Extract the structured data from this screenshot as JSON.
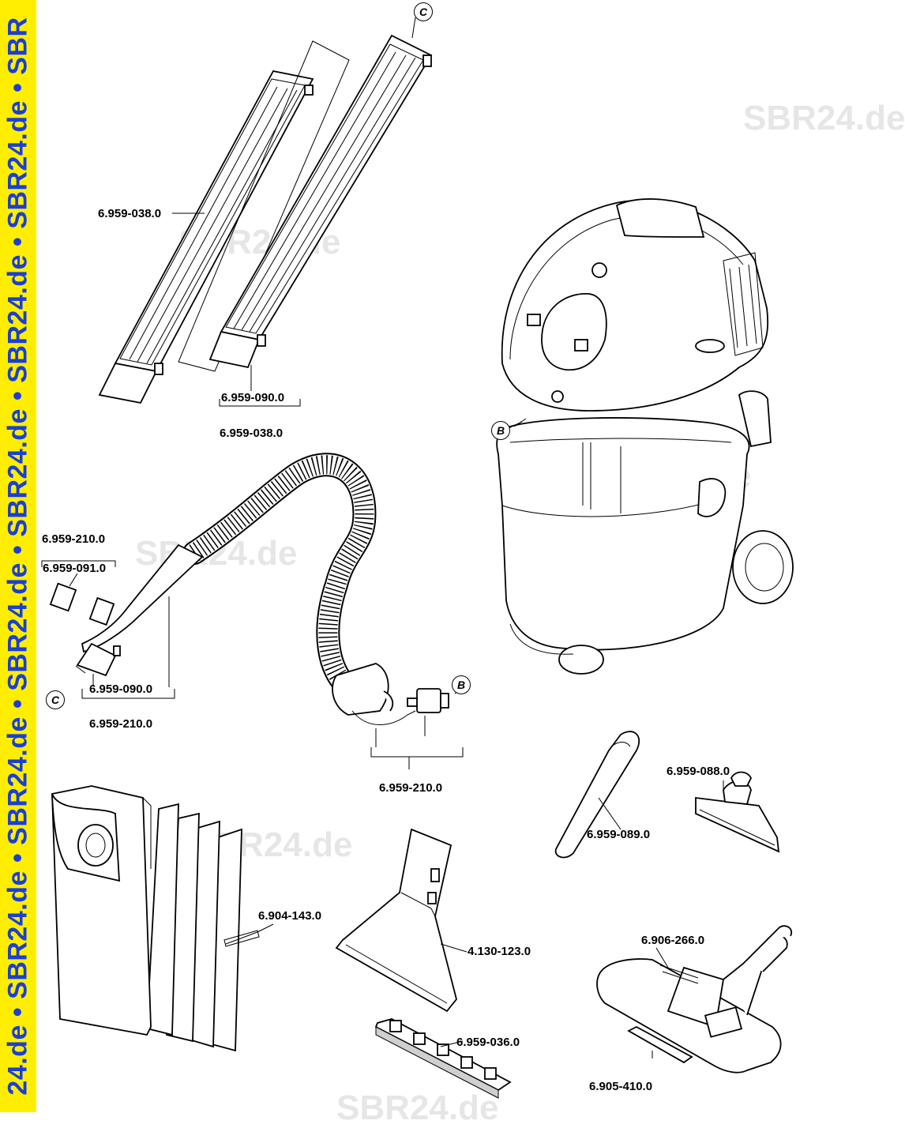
{
  "sidebar": {
    "text": "24.de • SBR24.de • SBR24.de • SBR24.de • SBR24.de • SBR24.de • SBR24.de • SBR"
  },
  "watermarks": [
    "SBR24.de",
    "SBR24.de",
    "SBR24.de",
    "SBR24.de",
    "SBR24.de",
    "SBR24.de"
  ],
  "callouts": {
    "b1": "B",
    "b2": "B",
    "c1": "C",
    "c2": "C"
  },
  "labels": {
    "tube_top": "6.959-038.0",
    "tube_clip": "6.959-090.0",
    "tube_set": "6.959-038.0",
    "handle_kit": "6.959-210.0",
    "handle_part": "6.959-091.0",
    "handle_clip": "6.959-090.0",
    "handle_set": "6.959-210.0",
    "hose_set": "6.959-210.0",
    "floor_nozzle": "6.959-088.0",
    "crevice_nozzle": "6.959-089.0",
    "filter_bags": "6.904-143.0",
    "spray_nozzle": "4.130-123.0",
    "wiper_insert": "6.959-036.0",
    "combo_nozzle": "6.906-266.0",
    "strip_insert": "6.905-410.0"
  },
  "colors": {
    "sidebar_bg": "#ffee00",
    "sidebar_text": "#1a3fd6",
    "watermark": "#e6e6e6"
  }
}
